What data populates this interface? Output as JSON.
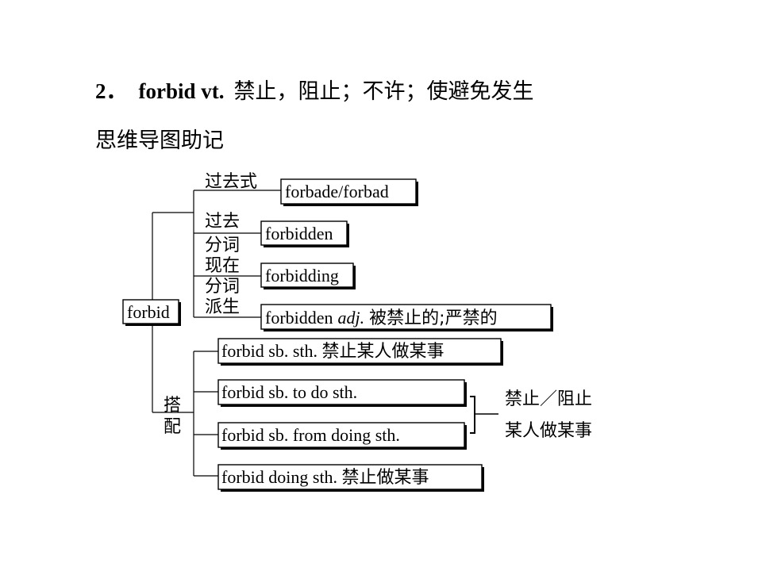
{
  "heading": {
    "number": "2．",
    "word": "forbid vt.",
    "meaning": "禁止，阻止；不许；使避免发生"
  },
  "subheading": "思维导图助记",
  "mindmap": {
    "root": "forbid",
    "forms": [
      {
        "label": "过去式",
        "value": "forbade/forbad"
      },
      {
        "label_line1": "过去",
        "label_line2": "分词",
        "value": "forbidden"
      },
      {
        "label_line1": "现在",
        "label_line2": "分词",
        "value": "forbidding"
      },
      {
        "label": "派生",
        "value_word": "forbidden",
        "value_pos": "adj.",
        "value_meaning": "被禁止的;严禁的"
      }
    ],
    "collocation_label_line1": "搭",
    "collocation_label_line2": "配",
    "collocations": [
      "forbid sb. sth.  禁止某人做某事",
      "forbid sb. to do sth.",
      "forbid sb. from doing sth.",
      "forbid doing sth.  禁止做某事"
    ],
    "bracket_note_line1": "禁止／阻止",
    "bracket_note_line2": "某人做某事"
  }
}
